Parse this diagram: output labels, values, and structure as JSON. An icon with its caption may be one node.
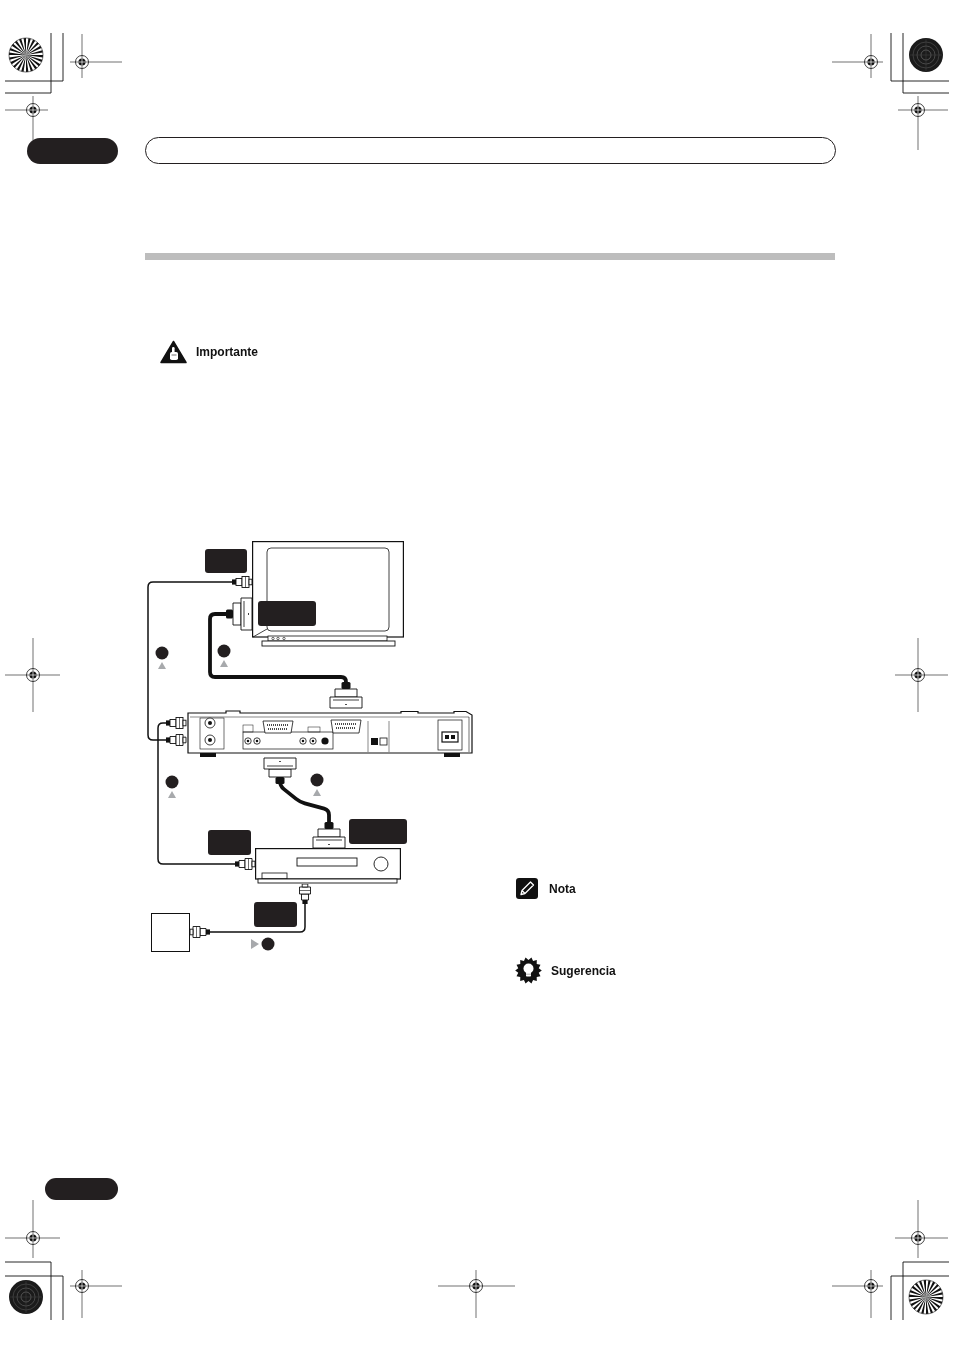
{
  "diagram": {
    "nodes": [
      {
        "text": [],
        "shape": "picture"
      },
      {
        "text": [],
        "shape": "picture"
      },
      {
        "text": [],
        "shape": "picture"
      },
      {
        "text": [],
        "shape": "box"
      }
    ],
    "edges": [
      {
        "from": 1,
        "to": 0,
        "arrow": "other"
      },
      {
        "from": 0,
        "to": 1,
        "arrow": "other",
        "style": "thick"
      },
      {
        "from": 1,
        "to": 2,
        "arrow": "other",
        "style": "thick"
      },
      {
        "from": 2,
        "to": 1,
        "arrow": "other"
      },
      {
        "from": 3,
        "to": 2,
        "arrow": "other"
      }
    ],
    "labels": [
      "Importante",
      "Nota",
      "Sugerencia"
    ]
  }
}
